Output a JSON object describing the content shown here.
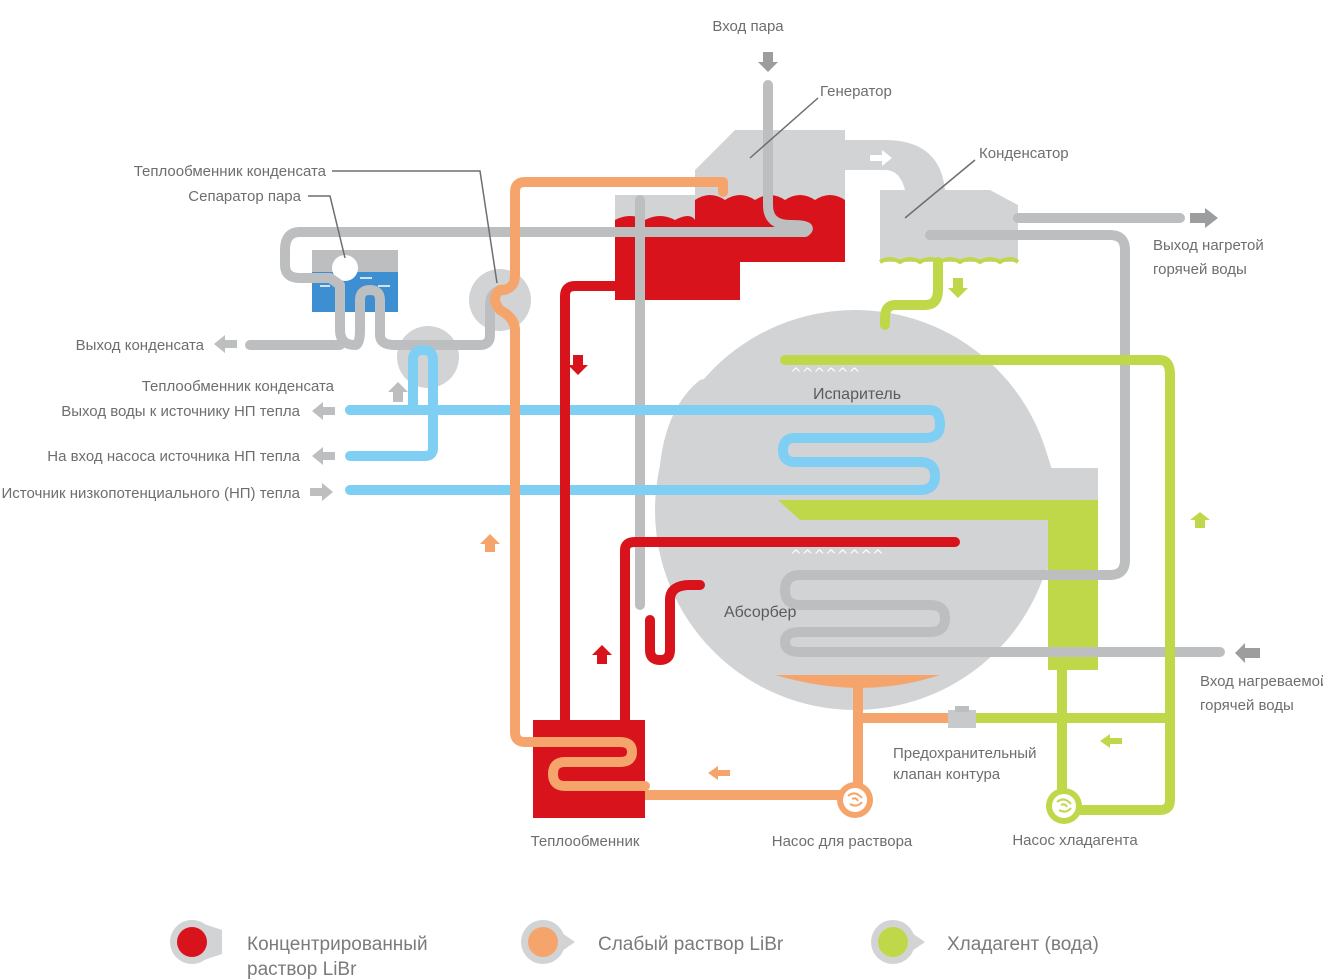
{
  "colors": {
    "concentrated": "#d9131c",
    "weak": "#f5a56c",
    "refrigerant": "#bfd849",
    "gray": "#bdbebf",
    "light_gray": "#d2d3d4",
    "cold_water": "#7ecff3",
    "condensate_blue": "#3d8fd1"
  },
  "labels": {
    "steam_in": "Вход пара",
    "generator": "Генератор",
    "condenser": "Конденсатор",
    "condensate_hx_top": "Теплообменник конденсата",
    "steam_separator": "Сепаратор пара",
    "condensate_out": "Выход конденсата",
    "condensate_hx_mid": "Теплообменник конденсата",
    "water_out_lp_source": "Выход воды к источнику НП тепла",
    "to_lp_pump": "На вход насоса источника НП тепла",
    "lp_source": "Источник низкопотенциального (НП) тепла",
    "hot_water_out_1": "Выход нагретой",
    "hot_water_out_2": "горячей воды",
    "evaporator": "Испаритель",
    "absorber": "Абсорбер",
    "heated_water_in_1": "Вход нагреваемой",
    "heated_water_in_2": "горячей воды",
    "safety_valve_1": "Предохранительный",
    "safety_valve_2": "клапан контура",
    "heat_exchanger": "Теплообменник",
    "solution_pump": "Насос для раствора",
    "refrigerant_pump": "Насос хладагента"
  },
  "legend": [
    {
      "line1": "Концентрированный",
      "line2": "раствор LiBr",
      "color_key": "concentrated"
    },
    {
      "line1": "Слабый раствор LiBr",
      "line2": "",
      "color_key": "weak"
    },
    {
      "line1": "Хладагент (вода)",
      "line2": "",
      "color_key": "refrigerant"
    }
  ]
}
